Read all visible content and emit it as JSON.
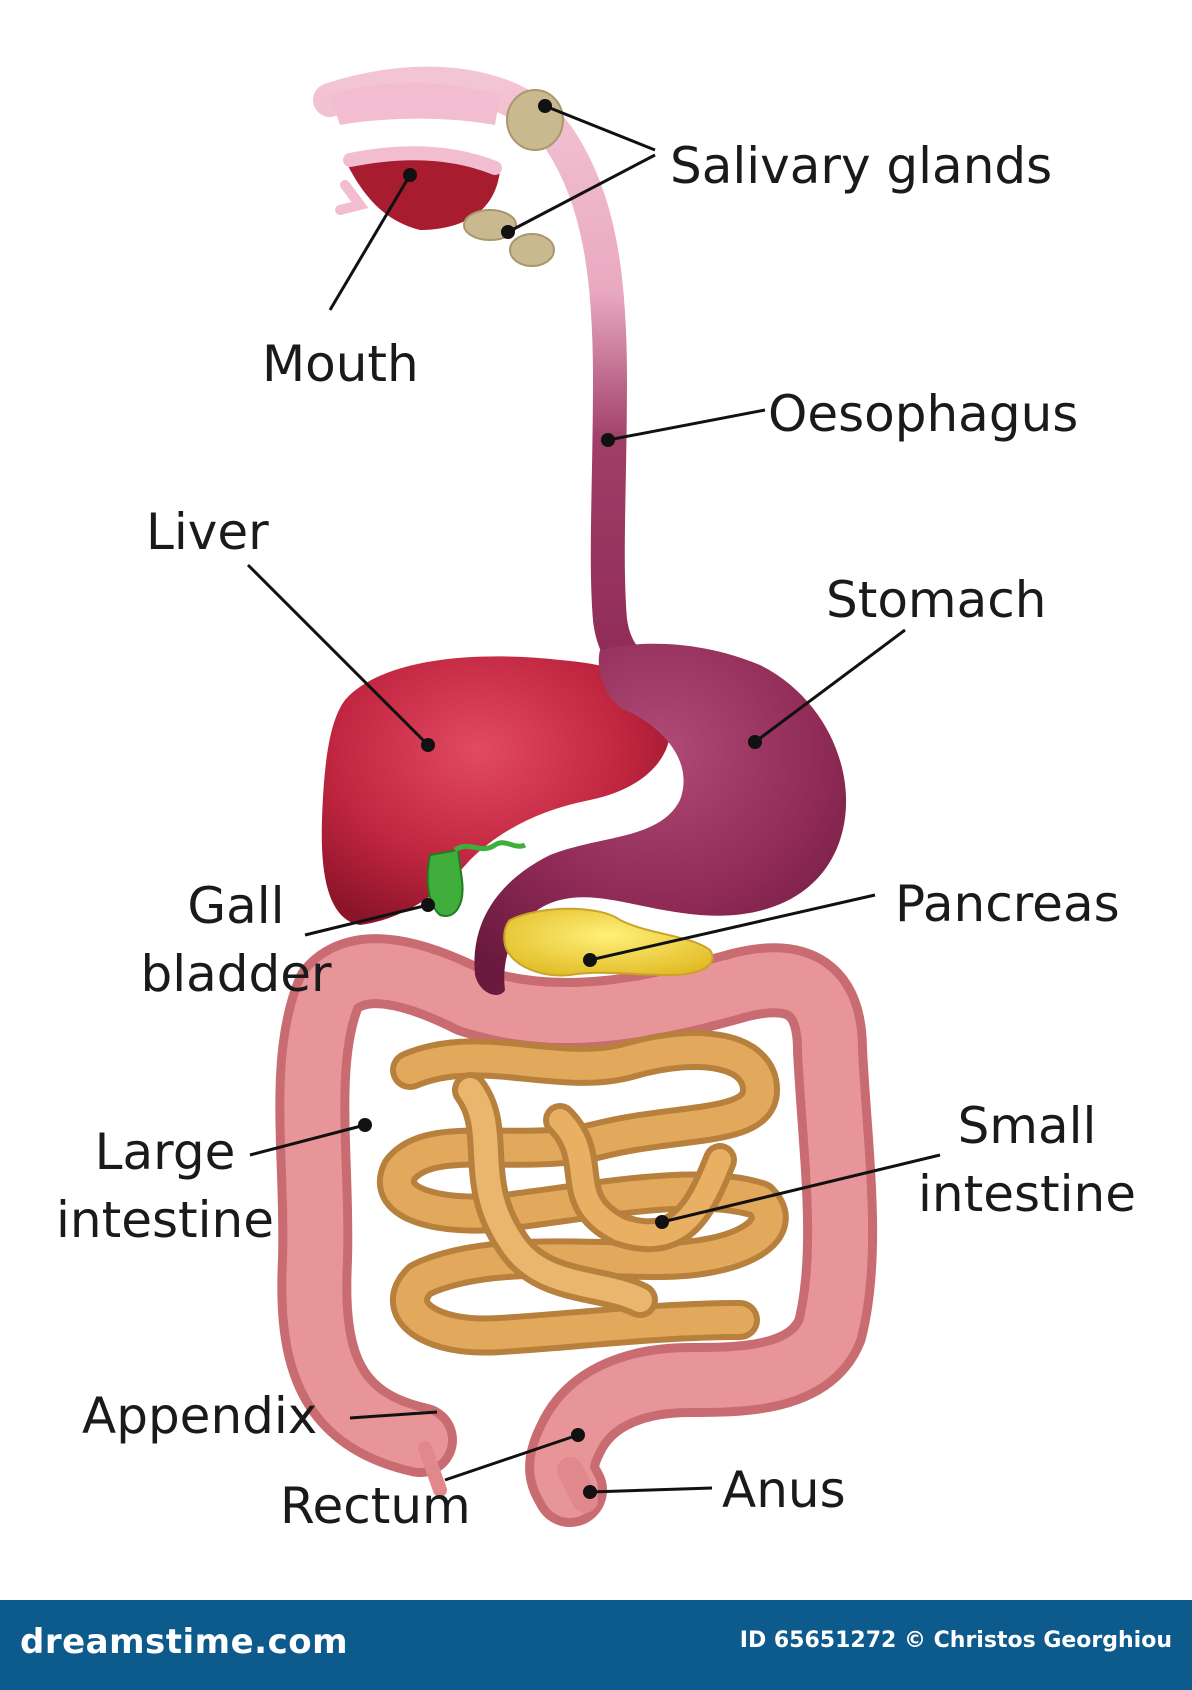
{
  "labels": {
    "salivary_glands": "Salivary glands",
    "mouth": "Mouth",
    "oesophagus": "Oesophagus",
    "liver": "Liver",
    "stomach": "Stomach",
    "gall_bladder_line1": "Gall",
    "gall_bladder_line2": "bladder",
    "pancreas": "Pancreas",
    "large_intestine_line1": "Large",
    "large_intestine_line2": "intestine",
    "small_intestine_line1": "Small",
    "small_intestine_line2": "intestine",
    "appendix": "Appendix",
    "rectum": "Rectum",
    "anus": "Anus"
  },
  "footer": {
    "brand": "dreamstime.com",
    "credit": "ID 65651272 © Christos Georghiou"
  },
  "colors": {
    "liver": "#c0263f",
    "stomach": "#8e2a55",
    "oesophagus_upper": "#f0b8cc",
    "oesophagus_lower": "#8e2a55",
    "gall_bladder": "#3fae3a",
    "pancreas": "#f2d23a",
    "salivary_glands": "#c9b98f",
    "large_intestine": "#e0888c",
    "small_intestine": "#e2a85b",
    "footer": "#0d5a8c"
  }
}
